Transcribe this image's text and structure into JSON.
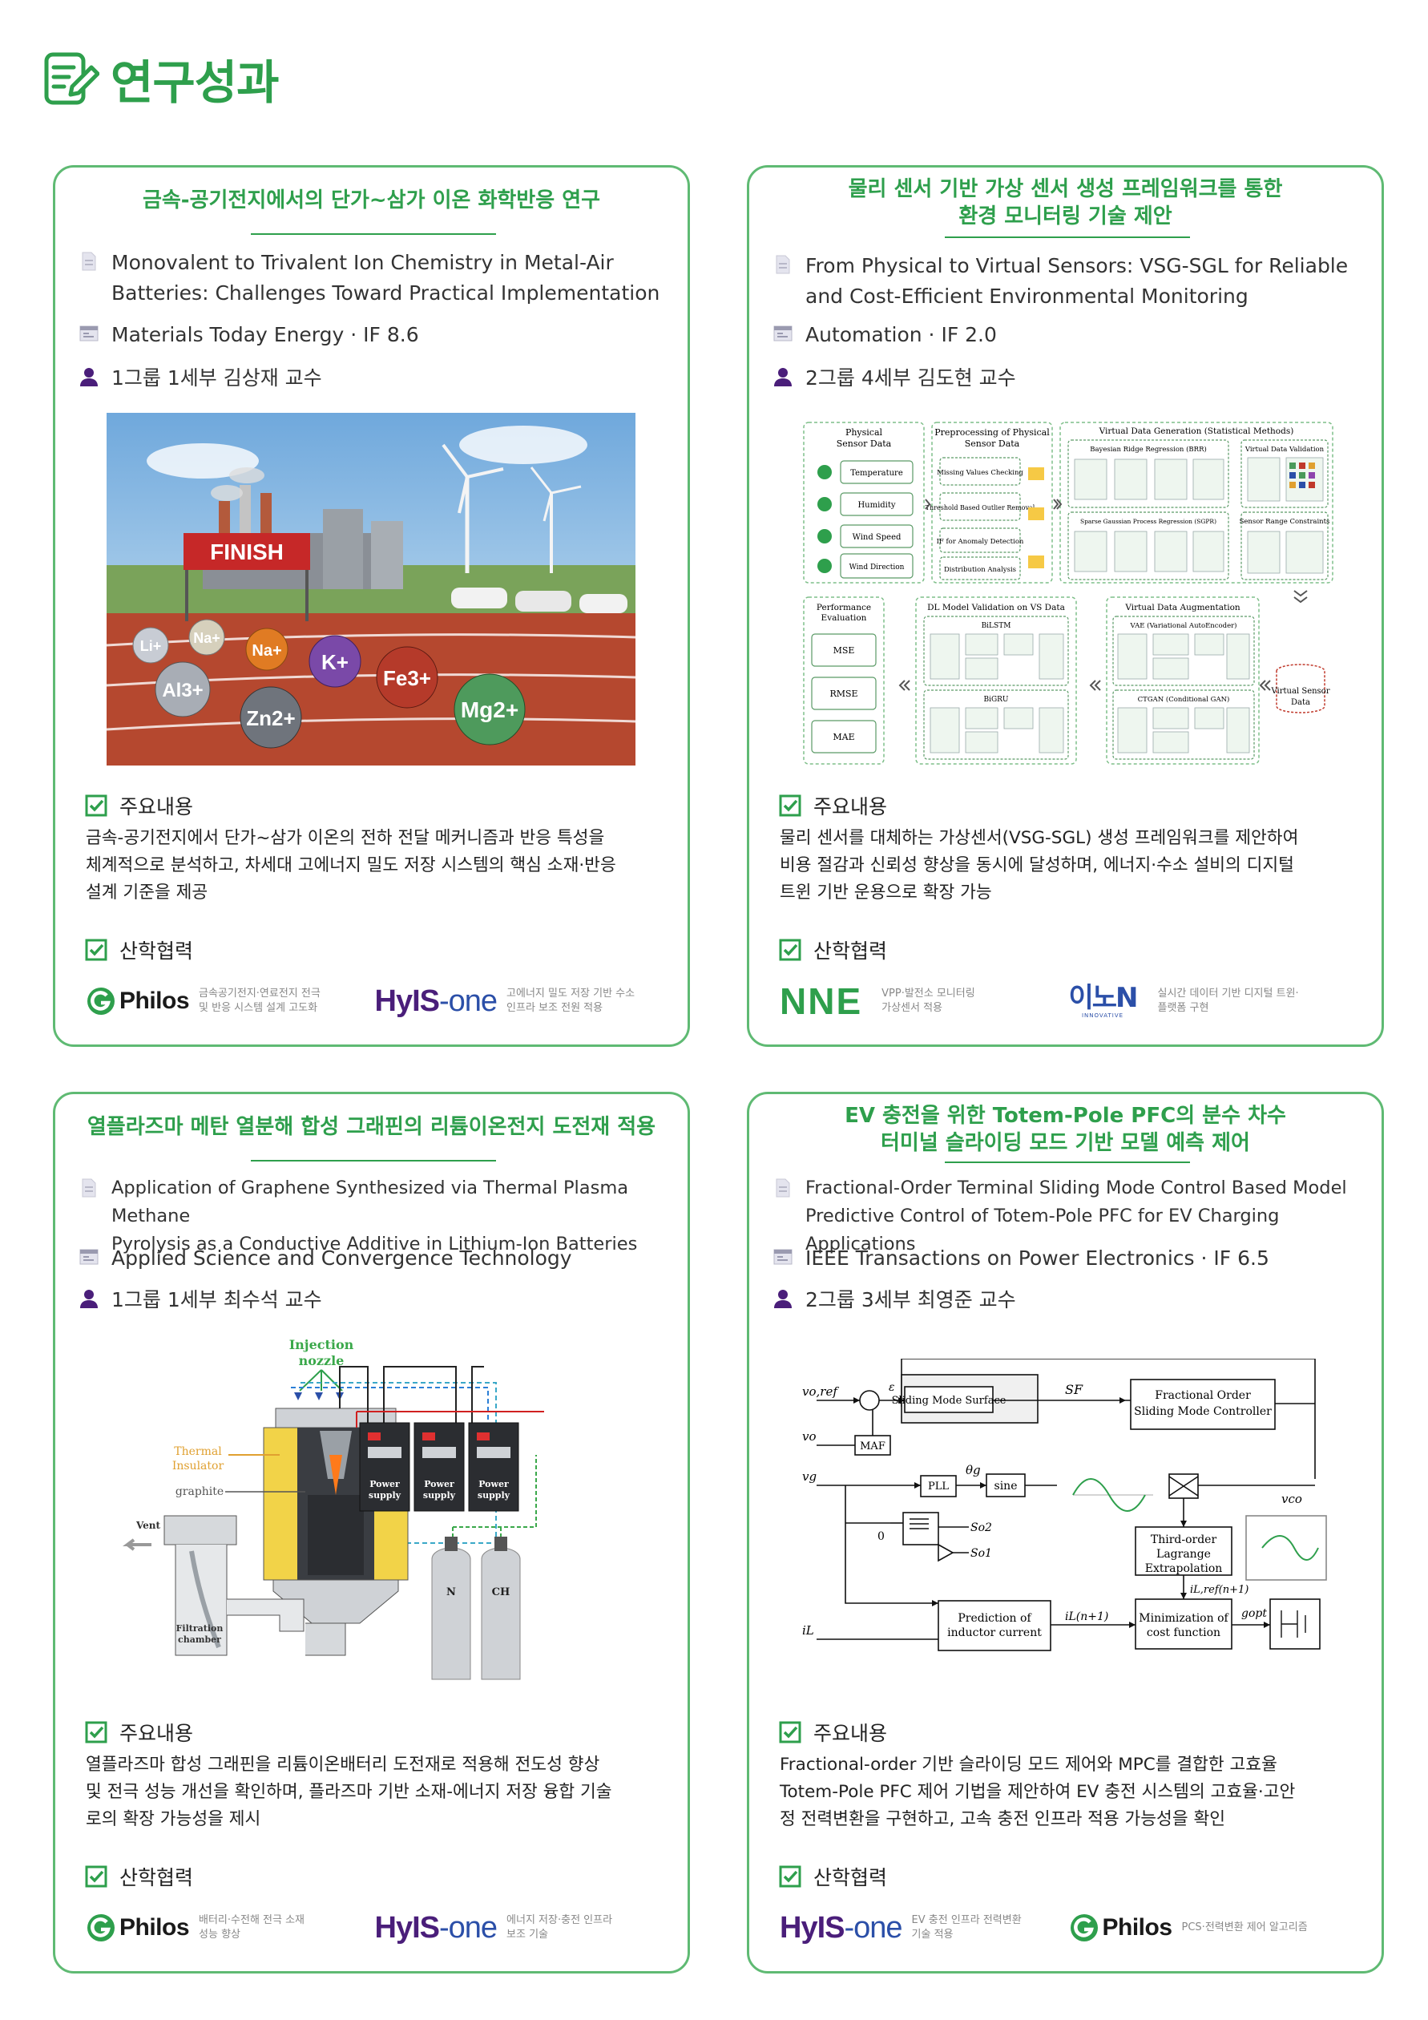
{
  "header": {
    "title": "연구성과",
    "icon": "document-pen-icon"
  },
  "colors": {
    "accent": "#2e9f4c",
    "border": "#5fba73",
    "hyis_purple": "#4a1e7a",
    "hyis_blue": "#2b4fa8"
  },
  "cards": [
    {
      "title_lines": [
        "금속-공기전지에서의 단가~삼가 이온 화학반응 연구"
      ],
      "paper_lines": [
        "Monovalent to Trivalent Ion Chemistry in Metal-Air",
        "Batteries: Challenges Toward Practical Implementation"
      ],
      "journal": "Materials Today Energy · IF 8.6",
      "author": "1그룹 1세부 김상재 교수",
      "figure": {
        "banner": "FINISH",
        "ions": [
          "Li+",
          "Na+",
          "Na+",
          "K+",
          "Fe3+",
          "Al3+",
          "Zn2+",
          "Mg2+"
        ]
      },
      "section_main": "주요내용",
      "desc_lines": [
        "금속-공기전지에서 단가~삼가 이온의 전하 전달 메커니즘과 반응 특성을",
        "체계적으로 분석하고, 차세대 고에너지 밀도 저장 시스템의 핵심 소재·반응",
        "설계 기준을 제공"
      ],
      "section_coop": "산학협력",
      "partners": [
        {
          "logo": "Philos",
          "note_lines": [
            "금속공기전지·연료전지 전극",
            "및 반응 시스템 설계 고도화"
          ]
        },
        {
          "logo_a": "HyIS",
          "logo_b": "-one",
          "note_lines": [
            "고에너지 밀도 저장 기반 수소",
            "인프라 보조 전원 적용"
          ]
        }
      ]
    },
    {
      "title_lines": [
        "물리 센서 기반 가상 센서 생성 프레임워크를 통한",
        "환경 모니터링 기술 제안"
      ],
      "paper_lines": [
        "From Physical to Virtual Sensors: VSG-SGL for Reliable",
        "and Cost-Efficient Environmental Monitoring"
      ],
      "journal": "Automation · IF 2.0",
      "author": "2그룹 4세부 김도현 교수",
      "figure": {
        "b1_title_lines": [
          "Physical",
          "Sensor Data"
        ],
        "b1_items": [
          "Temperature",
          "Humidity",
          "Wind Speed",
          "Wind Direction"
        ],
        "b2_title_lines": [
          "Preprocessing of Physical",
          "Sensor Data"
        ],
        "b2_items": [
          "Missing Values Checking",
          "Threshold Based Outlier Removal",
          "IF for Anomaly Detection",
          "Distribution Analysis"
        ],
        "b3_title": "Virtual Data Generation (Statistical Methods)",
        "b3_sub": [
          "Bayesian Ridge Regression (BRR)",
          "Sparse Gaussian Process Regression (SGPR)"
        ],
        "b3_val": [
          "Virtual Data Validation",
          "Sensor Range Constraints"
        ],
        "b4_title_lines": [
          "Performance",
          "Evaluation"
        ],
        "b4_items": [
          "MSE",
          "RMSE",
          "MAE"
        ],
        "b5_title": "DL Model Validation on VS Data",
        "b5_sub": [
          "BiLSTM",
          "BiGRU"
        ],
        "b6_title": "Virtual Data Augmentation",
        "b6_sub": [
          "VAE (Variational AutoEncoder)",
          "CTGAN (Conditional GAN)"
        ],
        "b7_lines": [
          "Virtual Sensor",
          "Data"
        ]
      },
      "section_main": "주요내용",
      "desc_lines": [
        "물리 센서를 대체하는 가상센서(VSG-SGL) 생성 프레임워크를 제안하여",
        "비용 절감과 신뢰성 향상을 동시에 달성하며, 에너지·수소 설비의 디지털",
        "트윈 기반 운용으로 확장 가능"
      ],
      "section_coop": "산학협력",
      "partners": [
        {
          "logo": "NNE",
          "note_lines": [
            "VPP·발전소 모니터링",
            "가상센서 적용"
          ]
        },
        {
          "logo": "이노N",
          "logo_sub": "INNOVATIVE",
          "note_lines": [
            "실시간 데이터 기반 디지털 트윈·",
            "플랫폼 구현"
          ]
        }
      ]
    },
    {
      "title_lines": [
        "열플라즈마 메탄 열분해 합성 그래핀의 리튬이온전지 도전재 적용"
      ],
      "paper_lines": [
        "Application of Graphene Synthesized via Thermal Plasma Methane",
        "Pyrolysis as a Conductive Additive in Lithium-Ion Batteries"
      ],
      "journal": "Applied Science and Convergence Technology",
      "author": "1그룹 1세부 최수석 교수",
      "figure": {
        "injection_lines": [
          "Injection",
          "nozzle"
        ],
        "insulator_lines": [
          "Thermal",
          "Insulator"
        ],
        "graphite": "graphite",
        "vent": "Vent",
        "filtration_lines": [
          "Filtration",
          "chamber"
        ],
        "power_lines": [
          "Power",
          "supply"
        ],
        "gas": [
          "N",
          "CH"
        ]
      },
      "section_main": "주요내용",
      "desc_lines": [
        "열플라즈마 합성 그래핀을 리튬이온배터리 도전재로 적용해 전도성 향상",
        "및 전극 성능 개선을 확인하며, 플라즈마 기반 소재-에너지 저장 융합 기술",
        "로의 확장 가능성을 제시"
      ],
      "section_coop": "산학협력",
      "partners": [
        {
          "logo": "Philos",
          "note_lines": [
            "배터리·수전해 전극 소재",
            "성능 향상"
          ]
        },
        {
          "logo_a": "HyIS",
          "logo_b": "-one",
          "note_lines": [
            "에너지 저장·충전 인프라",
            "보조 기술"
          ]
        }
      ]
    },
    {
      "title_lines": [
        "EV 충전을 위한 Totem-Pole PFC의 분수 차수",
        "터미널 슬라이딩 모드 기반 모델 예측 제어"
      ],
      "paper_lines": [
        "Fractional-Order Terminal Sliding Mode Control Based Model",
        "Predictive Control of Totem-Pole PFC for EV Charging Applications"
      ],
      "journal": "IEEE Transactions on Power Electronics · IF 6.5",
      "author": "2그룹 3세부 최영준 교수",
      "figure": {
        "smc_surface": "Sliding Mode Surface",
        "smc_ctrl_lines": [
          "Fractional Order",
          "Sliding Mode Controller"
        ],
        "maf": "MAF",
        "pll": "PLL",
        "sine": "sine",
        "tol_lines": [
          "Third-order",
          "Lagrange",
          "Extrapolation"
        ],
        "pred_lines": [
          "Prediction of",
          "inductor current"
        ],
        "min_lines": [
          "Minimization of",
          "cost function"
        ],
        "sig_vo_ref": "vo,ref",
        "sig_vo": "vo",
        "sig_vg": "vg",
        "sig_il": "iL",
        "sig_eps": "ε",
        "sig_sf": "SF",
        "sig_theta": "θg",
        "sig_vco": "vco",
        "sig_so2": "So2",
        "sig_so1": "So1",
        "sig_ilref": "iL,ref(n+1)",
        "sig_iln1": "iL(n+1)",
        "sig_gopt": "gopt",
        "sig_zero": "0"
      },
      "section_main": "주요내용",
      "desc_lines": [
        "Fractional-order 기반 슬라이딩 모드 제어와 MPC를 결합한 고효율",
        "Totem-Pole PFC 제어 기법을 제안하여 EV 충전 시스템의 고효율·고안",
        "정 전력변환을 구현하고, 고속 충전 인프라 적용 가능성을 확인"
      ],
      "section_coop": "산학협력",
      "partners": [
        {
          "logo_a": "HyIS",
          "logo_b": "-one",
          "note_lines": [
            "EV 충전 인프라 전력변환",
            "기술 적용"
          ]
        },
        {
          "logo": "Philos",
          "note_lines": [
            "PCS·전력변환 제어 알고리즘"
          ]
        }
      ]
    }
  ]
}
